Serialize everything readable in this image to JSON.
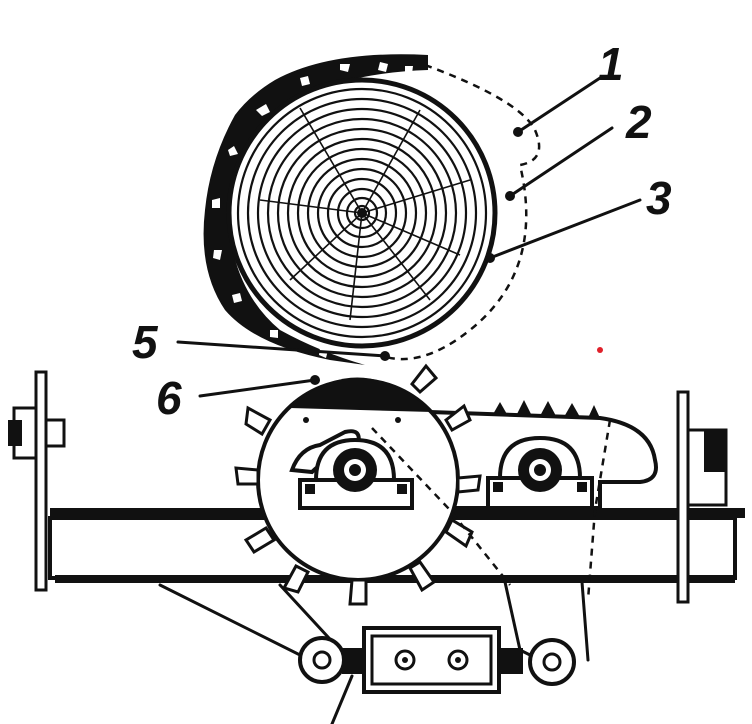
{
  "diagram": {
    "callouts": [
      {
        "id": "1",
        "label": "1"
      },
      {
        "id": "2",
        "label": "2"
      },
      {
        "id": "3",
        "label": "3"
      },
      {
        "id": "5",
        "label": "5"
      },
      {
        "id": "6",
        "label": "6"
      }
    ],
    "colors": {
      "ink": "#111111",
      "paper": "#ffffff",
      "marker": "#e0202a"
    }
  }
}
